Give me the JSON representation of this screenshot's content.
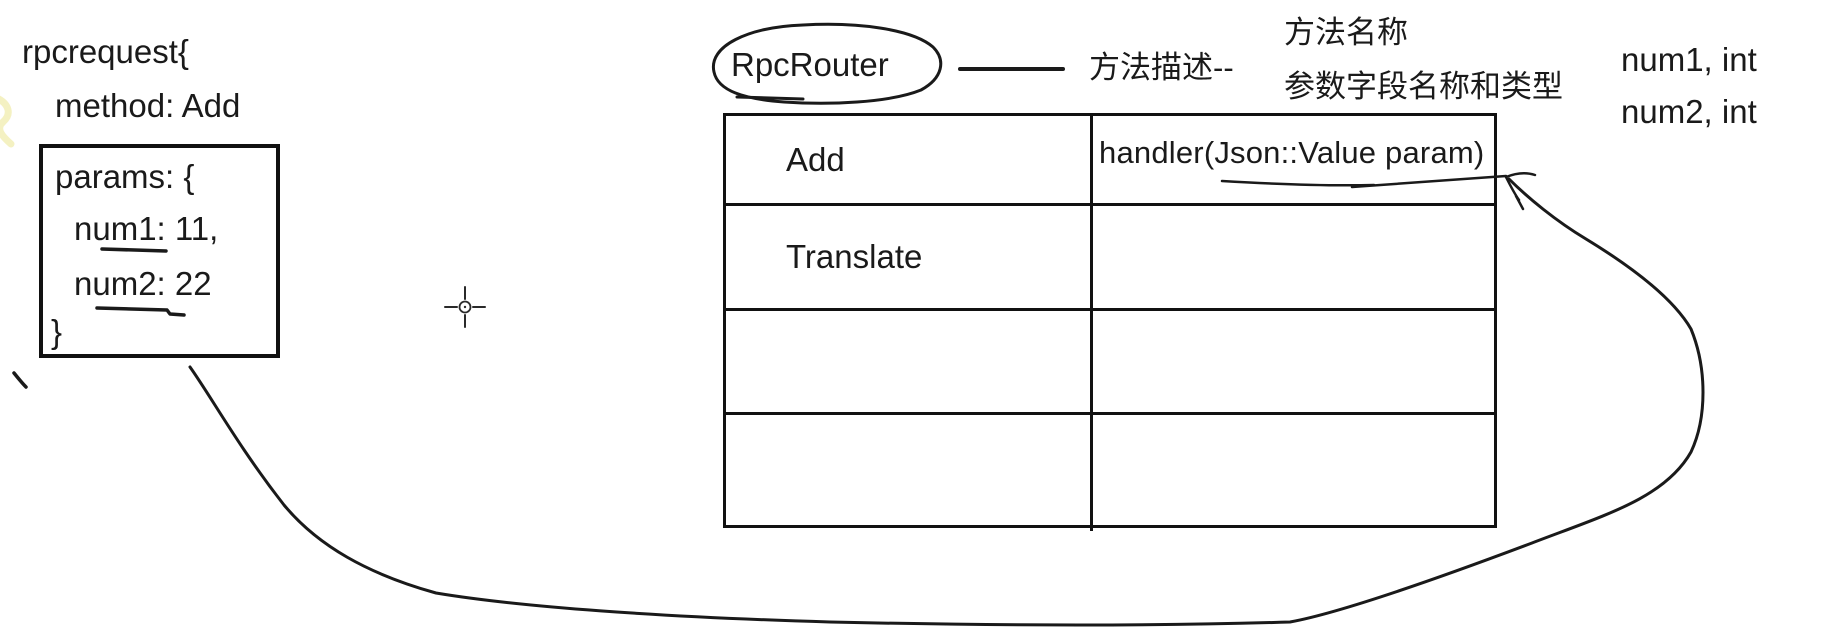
{
  "request_note": {
    "title": "rpcrequest{",
    "method_line": "method: Add",
    "params_box": {
      "open": "params:  {",
      "param1": "num1: 11,",
      "param2": "num2: 22",
      "close": "}"
    }
  },
  "router": {
    "label": "RpcRouter",
    "method_desc_label": "方法描述--",
    "method_name_label": "方法名称",
    "param_fields_label": "参数字段名称和类型"
  },
  "param_types": {
    "line1": "num1, int",
    "line2": "num2, int"
  },
  "table": {
    "rows": [
      {
        "method": "Add",
        "handler": "handler(Json::Value param)"
      },
      {
        "method": "Translate",
        "handler": ""
      },
      {
        "method": "",
        "handler": ""
      },
      {
        "method": "",
        "handler": ""
      }
    ]
  },
  "colors": {
    "ink": "#1a1a1a",
    "background": "#ffffff",
    "highlight_smudge": "#f0ecae"
  }
}
